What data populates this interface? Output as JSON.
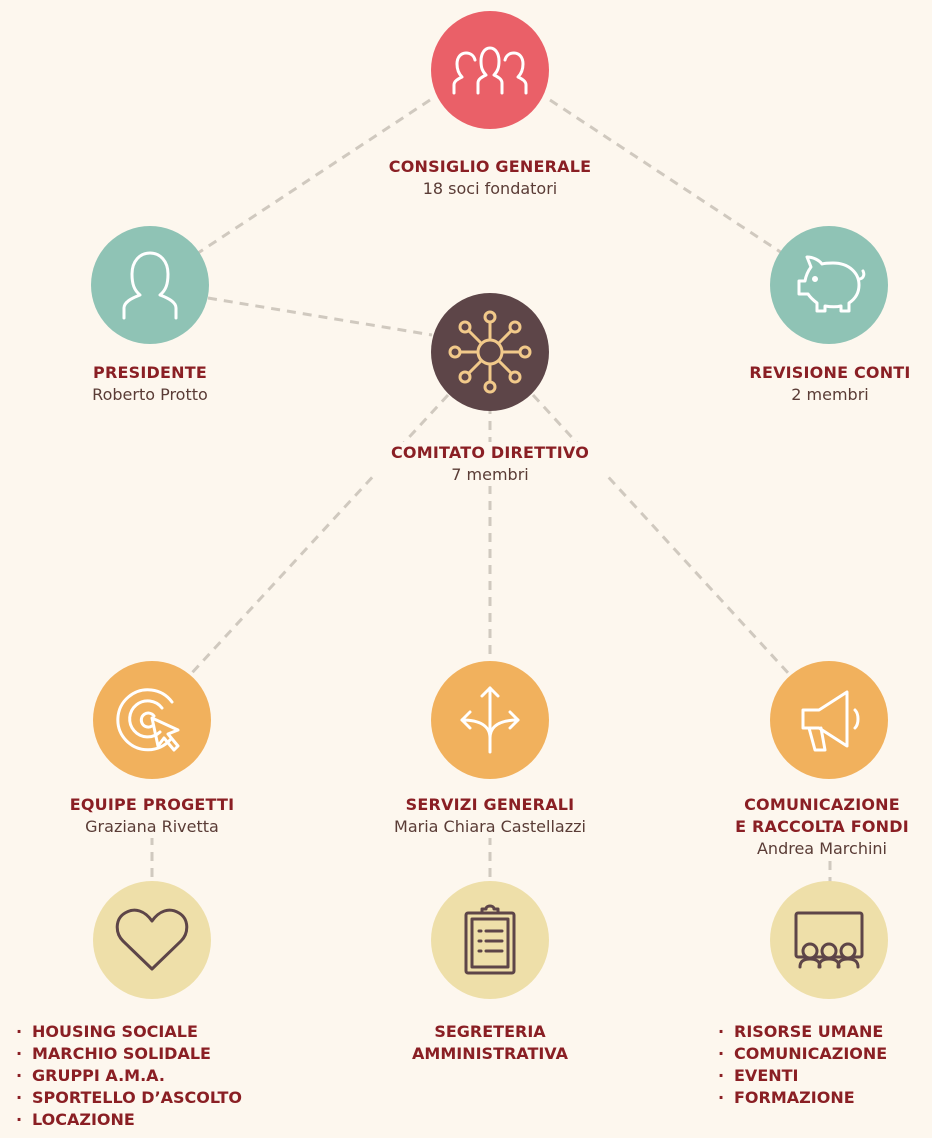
{
  "colors": {
    "red": "#ea6068",
    "teal": "#8fc3b5",
    "dark": "#5d4548",
    "orange": "#f1b15d",
    "beige": "#eedfa9",
    "title": "#8a1f24",
    "text": "#5a3c36",
    "line": "#d0c9bf",
    "background": "#fdf7ee"
  },
  "nodes": {
    "consiglio": {
      "title": "CONSIGLIO GENERALE",
      "subtitle": "18 soci fondatori",
      "icon": "group-icon"
    },
    "presidente": {
      "title": "PRESIDENTE",
      "subtitle": "Roberto Protto",
      "icon": "person-icon"
    },
    "revisione": {
      "title": "REVISIONE CONTI",
      "subtitle": "2 membri",
      "icon": "piggy-bank-icon"
    },
    "comitato": {
      "title": "COMITATO DIRETTIVO",
      "subtitle": "7 membri",
      "icon": "network-icon"
    },
    "equipe": {
      "title": "EQUIPE PROGETTI",
      "subtitle": "Graziana Rivetta",
      "icon": "target-cursor-icon"
    },
    "servizi": {
      "title": "SERVIZI GENERALI",
      "subtitle": "Maria Chiara Castellazzi",
      "icon": "split-arrows-icon"
    },
    "comunicazione": {
      "title_line1": "COMUNICAZIONE",
      "title_line2": "E RACCOLTA FONDI",
      "subtitle": "Andrea Marchini",
      "icon": "megaphone-icon"
    }
  },
  "bottom": {
    "left": {
      "icon": "heart-icon",
      "items": [
        "HOUSING SOCIALE",
        "MARCHIO SOLIDALE",
        "GRUPPI A.M.A.",
        "SPORTELLO D’ASCOLTO",
        "LOCAZIONE"
      ]
    },
    "center": {
      "icon": "clipboard-icon",
      "line1": "SEGRETERIA",
      "line2": "AMMINISTRATIVA"
    },
    "right": {
      "icon": "presentation-icon",
      "items": [
        "RISORSE UMANE",
        "COMUNICAZIONE",
        "EVENTI",
        "FORMAZIONE"
      ]
    }
  }
}
